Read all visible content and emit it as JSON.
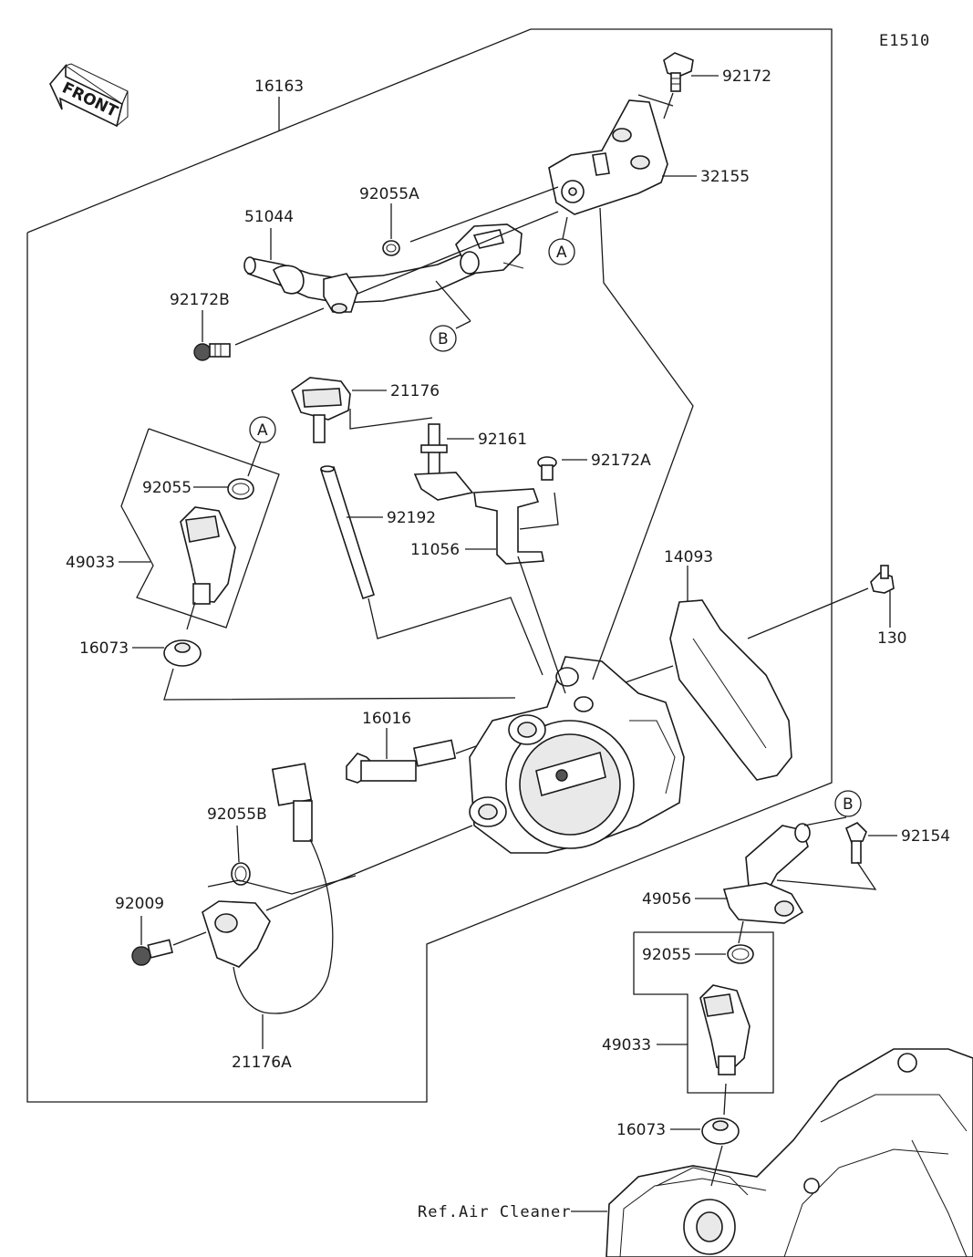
{
  "diagram_code": "E1510",
  "front_arrow_text": "FRONT",
  "reference_text": "Ref.Air Cleaner",
  "callouts": {
    "A_top": "A",
    "B_top": "B",
    "A_left": "A",
    "B_right": "B"
  },
  "parts": {
    "p16163": "16163",
    "p92172": "92172",
    "p32155": "32155",
    "p92055A": "92055A",
    "p51044": "51044",
    "p92172B": "92172B",
    "p21176": "21176",
    "p92161": "92161",
    "p92172A": "92172A",
    "p92055_left": "92055",
    "p92192": "92192",
    "p11056": "11056",
    "p49033_left": "49033",
    "p14093": "14093",
    "p130": "130",
    "p16073_left": "16073",
    "p16016": "16016",
    "p92055B": "92055B",
    "p92009": "92009",
    "p21176A": "21176A",
    "p92154": "92154",
    "p49056": "49056",
    "p92055_right": "92055",
    "p49033_right": "49033",
    "p16073_right": "16073"
  }
}
